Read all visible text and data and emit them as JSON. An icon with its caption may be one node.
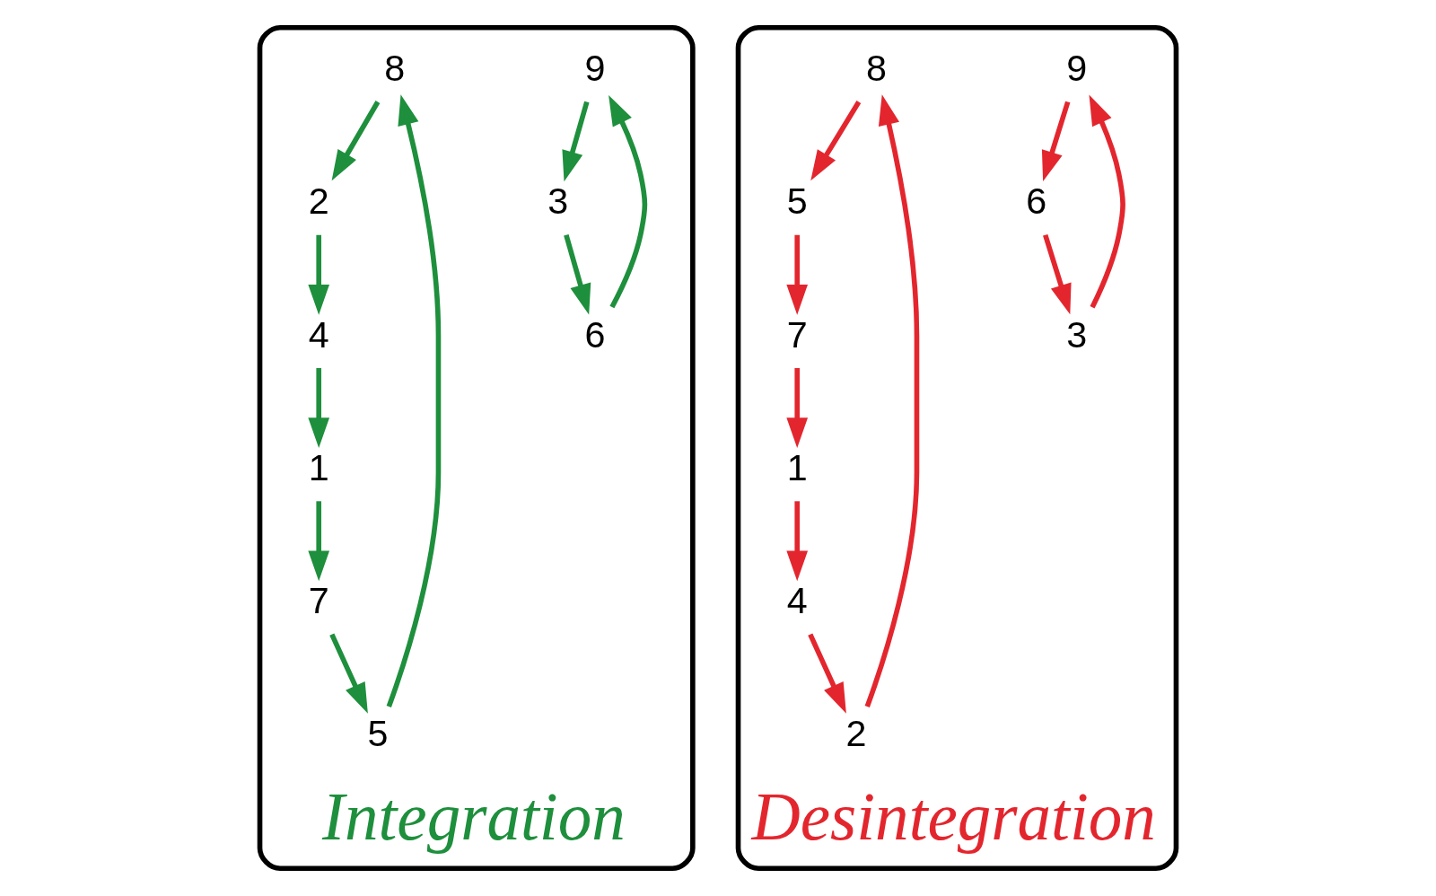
{
  "diagram": {
    "nodes": [
      {
        "text": [
          "Integration"
        ]
      },
      {
        "text": [
          "9"
        ],
        "in": 0
      },
      {
        "text": [
          "8"
        ],
        "in": 0
      },
      {
        "text": [
          "1"
        ],
        "in": 0
      },
      {
        "text": [
          "7"
        ],
        "in": 0
      },
      {
        "text": [
          "2"
        ],
        "in": 0
      },
      {
        "text": [
          "6"
        ],
        "in": 0
      },
      {
        "text": [
          "3"
        ],
        "in": 0
      },
      {
        "text": [
          "5"
        ],
        "in": 0
      },
      {
        "text": [
          "4"
        ],
        "in": 0
      },
      {
        "text": [
          "Desintegration"
        ]
      },
      {
        "text": [
          "9"
        ],
        "in": 10
      },
      {
        "text": [
          "8"
        ],
        "in": 10
      },
      {
        "text": [
          "1"
        ],
        "in": 10
      },
      {
        "text": [
          "7"
        ],
        "in": 10
      },
      {
        "text": [
          "2"
        ],
        "in": 10
      },
      {
        "text": [
          "6"
        ],
        "in": 10
      },
      {
        "text": [
          "3"
        ],
        "in": 10
      },
      {
        "text": [
          "5"
        ],
        "in": 10
      },
      {
        "text": [
          "4"
        ],
        "in": 10
      }
    ],
    "edges": [
      {
        "from": 3,
        "to": 4,
        "arrow": "to",
        "color": "#1e8f3c"
      },
      {
        "from": 4,
        "to": 8,
        "arrow": "to",
        "color": "#1e8f3c"
      },
      {
        "from": 8,
        "to": 2,
        "arrow": "to",
        "color": "#1e8f3c"
      },
      {
        "from": 2,
        "to": 5,
        "arrow": "to",
        "color": "#1e8f3c"
      },
      {
        "from": 5,
        "to": 9,
        "arrow": "to",
        "color": "#1e8f3c"
      },
      {
        "from": 9,
        "to": 3,
        "arrow": "to",
        "color": "#1e8f3c"
      },
      {
        "from": 1,
        "to": 7,
        "arrow": "to",
        "color": "#1e8f3c"
      },
      {
        "from": 7,
        "to": 6,
        "arrow": "to",
        "color": "#1e8f3c"
      },
      {
        "from": 6,
        "to": 1,
        "arrow": "to",
        "color": "#1e8f3c"
      },
      {
        "from": 13,
        "to": 19,
        "arrow": "to",
        "color": "#e3262e"
      },
      {
        "from": 19,
        "to": 15,
        "arrow": "to",
        "color": "#e3262e"
      },
      {
        "from": 15,
        "to": 12,
        "arrow": "to",
        "color": "#e3262e"
      },
      {
        "from": 12,
        "to": 18,
        "arrow": "to",
        "color": "#e3262e"
      },
      {
        "from": 18,
        "to": 14,
        "arrow": "to",
        "color": "#e3262e"
      },
      {
        "from": 14,
        "to": 13,
        "arrow": "to",
        "color": "#e3262e"
      },
      {
        "from": 11,
        "to": 16,
        "arrow": "to",
        "color": "#e3262e"
      },
      {
        "from": 16,
        "to": 17,
        "arrow": "to",
        "color": "#e3262e"
      },
      {
        "from": 17,
        "to": 11,
        "arrow": "to",
        "color": "#e3262e"
      }
    ]
  }
}
